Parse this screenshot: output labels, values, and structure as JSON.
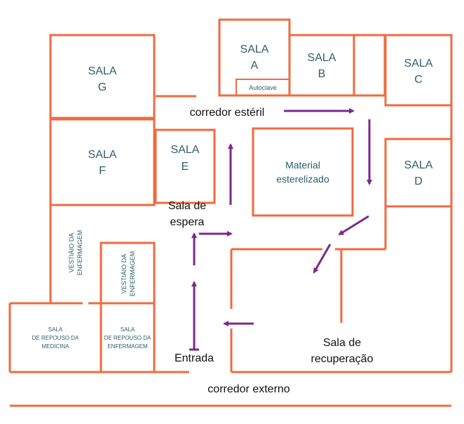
{
  "colors": {
    "wall": "#f06a3f",
    "room_text": "#2d5f6b",
    "label_text": "#111111",
    "arrow": "#7b2a8a"
  },
  "rooms": {
    "a": {
      "l1": "SALA",
      "l2": "A"
    },
    "b": {
      "l1": "SALA",
      "l2": "B"
    },
    "c": {
      "l1": "SALA",
      "l2": "C"
    },
    "d": {
      "l1": "SALA",
      "l2": "D"
    },
    "e": {
      "l1": "SALA",
      "l2": "E"
    },
    "f": {
      "l1": "SALA",
      "l2": "F"
    },
    "g": {
      "l1": "SALA",
      "l2": "G"
    },
    "autoclave": "Autoclave",
    "material": {
      "l1": "Material",
      "l2": "esterelizado"
    },
    "vestiario_enf1": {
      "l1": "VESTIÁIO DA",
      "l2": "ENFERMAGEM"
    },
    "vestiario_enf2": {
      "l1": "VESTIÁIO DA",
      "l2": "ENFERMAGEM"
    },
    "repouso_med": {
      "l1": "SALA",
      "l2": "DE REPOUSO DA",
      "l3": "MEDICINA"
    },
    "repouso_enf": {
      "l1": "SALA",
      "l2": "DE REPOUSO DA",
      "l3": "ENFERMAGEM"
    }
  },
  "labels": {
    "corredor_esteril": "corredor estéril",
    "sala_espera": {
      "l1": "Sala de",
      "l2": "espera"
    },
    "sala_recuperacao": {
      "l1": "Sala de",
      "l2": "recuperação"
    },
    "entrada": "Entrada",
    "corredor_externo": "corredor externo"
  }
}
